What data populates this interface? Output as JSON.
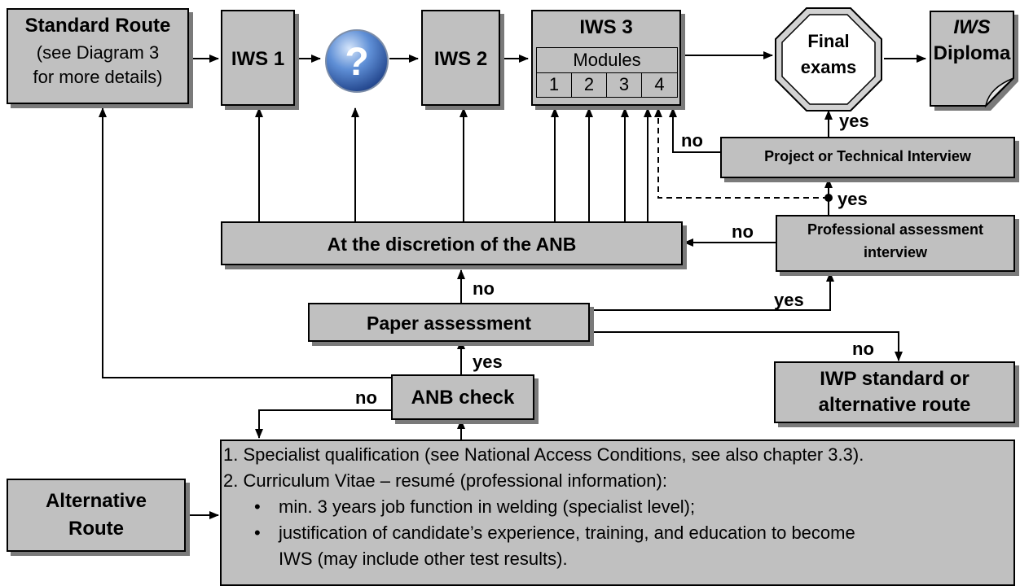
{
  "standard_route": {
    "title": "Standard Route",
    "line1": "(see Diagram 3",
    "line2": "for more details)"
  },
  "iws1": "IWS 1",
  "iws2": "IWS 2",
  "question_icon": "question-mark-icon",
  "iws3": {
    "title": "IWS 3",
    "modules_label": "Modules",
    "modules": [
      "1",
      "2",
      "3",
      "4"
    ]
  },
  "final_exams": {
    "line1": "Final",
    "line2": "exams"
  },
  "diploma": {
    "line1": "IWS",
    "line2": "Diploma"
  },
  "project_interview": "Project or Technical Interview",
  "professional_interview": {
    "line1": "Professional assessment",
    "line2": "interview"
  },
  "anb_discretion": "At the discretion of the ANB",
  "paper_assessment": "Paper assessment",
  "anb_check": "ANB check",
  "iwp_route": {
    "line1": "IWP standard or",
    "line2": "alternative route"
  },
  "alternative_route": {
    "line1": "Alternative",
    "line2": "Route"
  },
  "requirements": {
    "item1": "1.  Specialist qualification (see National Access Conditions, see also chapter 3.3).",
    "item2": "2.  Curriculum Vitae – resumé (professional information):",
    "bullet1": "min. 3 years job function in welding (specialist level);",
    "bullet2_line1": "justification of candidate’s experience, training, and education to become",
    "bullet2_line2": "IWS (may include other test results)."
  },
  "labels": {
    "yes_final": "yes",
    "no_project": "no",
    "yes_professional": "yes",
    "no_professional": "no",
    "no_paper": "no",
    "yes_paper": "yes",
    "no_iwp": "no",
    "yes_anb": "yes",
    "no_anb": "no"
  }
}
